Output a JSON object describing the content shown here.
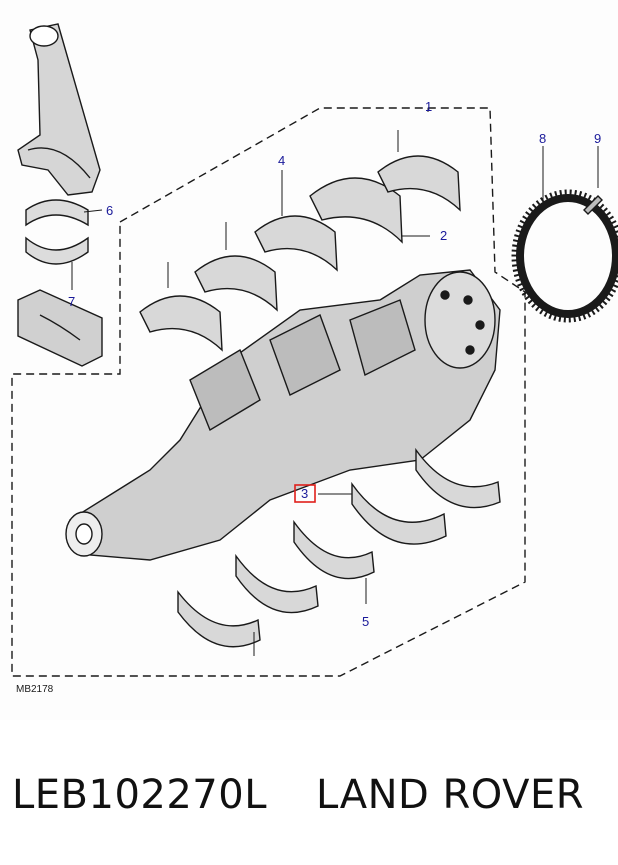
{
  "diagram": {
    "reference_code": "MB2178",
    "callouts": [
      {
        "id": "1",
        "label": "1"
      },
      {
        "id": "2",
        "label": "2"
      },
      {
        "id": "3",
        "label": "3",
        "highlighted": true
      },
      {
        "id": "4",
        "label": "4"
      },
      {
        "id": "5",
        "label": "5"
      },
      {
        "id": "6",
        "label": "6"
      },
      {
        "id": "7",
        "label": "7"
      },
      {
        "id": "8",
        "label": "8"
      },
      {
        "id": "9",
        "label": "9"
      }
    ],
    "colors": {
      "callout_text": "#1a1a9a",
      "highlight_box": "#e0201c",
      "line_art": "#1a1a1a",
      "shading": "#c8c8c8"
    }
  },
  "caption": {
    "part_number": "LEB102270L",
    "brand": "LAND ROVER"
  }
}
